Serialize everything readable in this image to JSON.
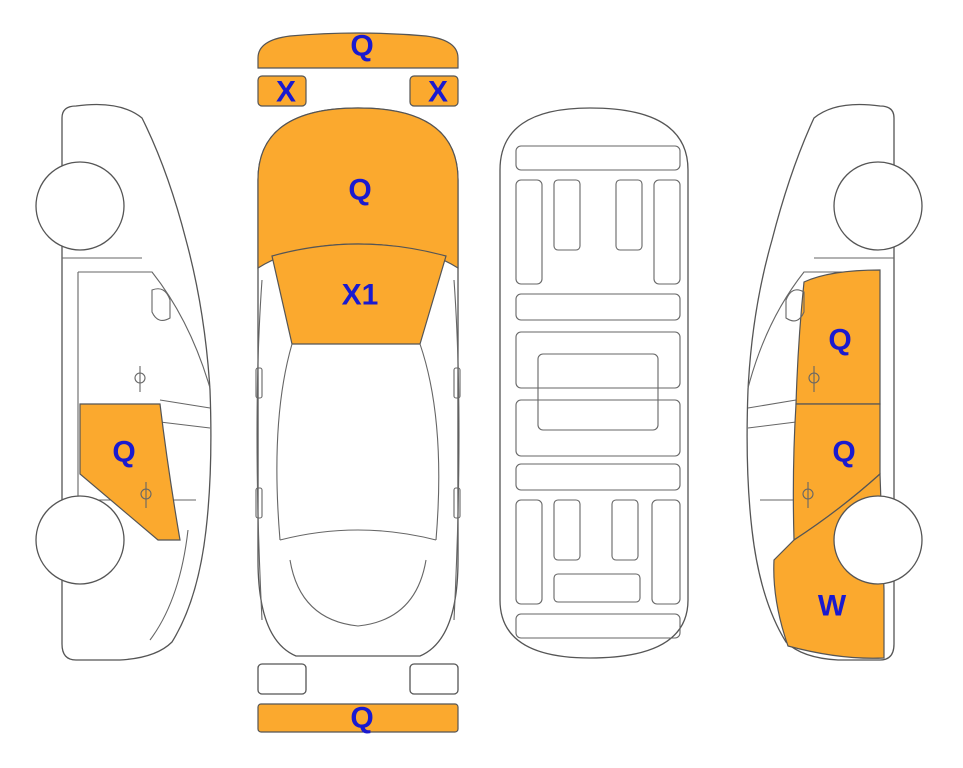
{
  "colors": {
    "damaged": "#FBA92E",
    "label": "#1A1ACF",
    "outline": "#555555"
  },
  "parts": {
    "front_bumper": "Q",
    "left_headlight": "X",
    "right_headlight": "X",
    "hood": "Q",
    "windshield": "X1",
    "left_rear_door": "Q",
    "right_front_door": "Q",
    "right_rear_door": "Q",
    "right_rear_fender": "W",
    "rear_bumper": "Q"
  }
}
